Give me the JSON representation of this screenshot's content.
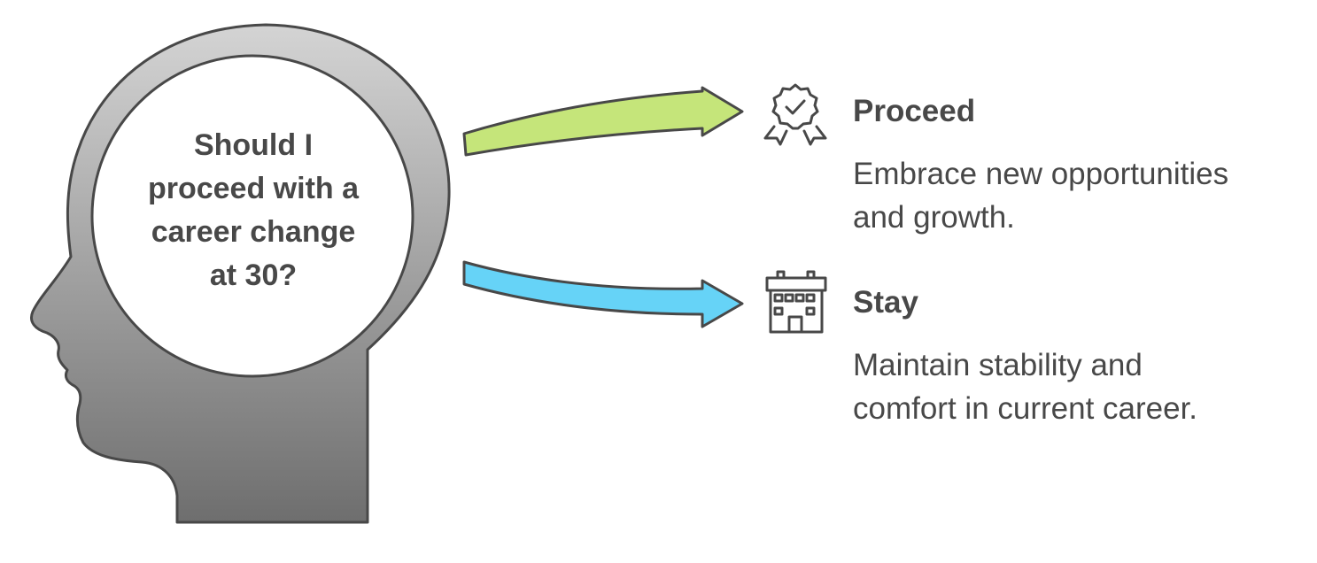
{
  "question": {
    "text": "Should I\nproceed with a\ncareer change\nat 30?"
  },
  "options": [
    {
      "title": "Proceed",
      "description": "Embrace new opportunities\nand growth.",
      "icon": "award-badge-icon",
      "arrow_color": "#c5e57a"
    },
    {
      "title": "Stay",
      "description": "Maintain stability and\ncomfort in current career.",
      "icon": "building-icon",
      "arrow_color": "#66d3f7"
    }
  ],
  "colors": {
    "head_gradient_top": "#d4d4d4",
    "head_gradient_bottom": "#6e6e6e",
    "outline": "#484848",
    "text": "#484848"
  }
}
